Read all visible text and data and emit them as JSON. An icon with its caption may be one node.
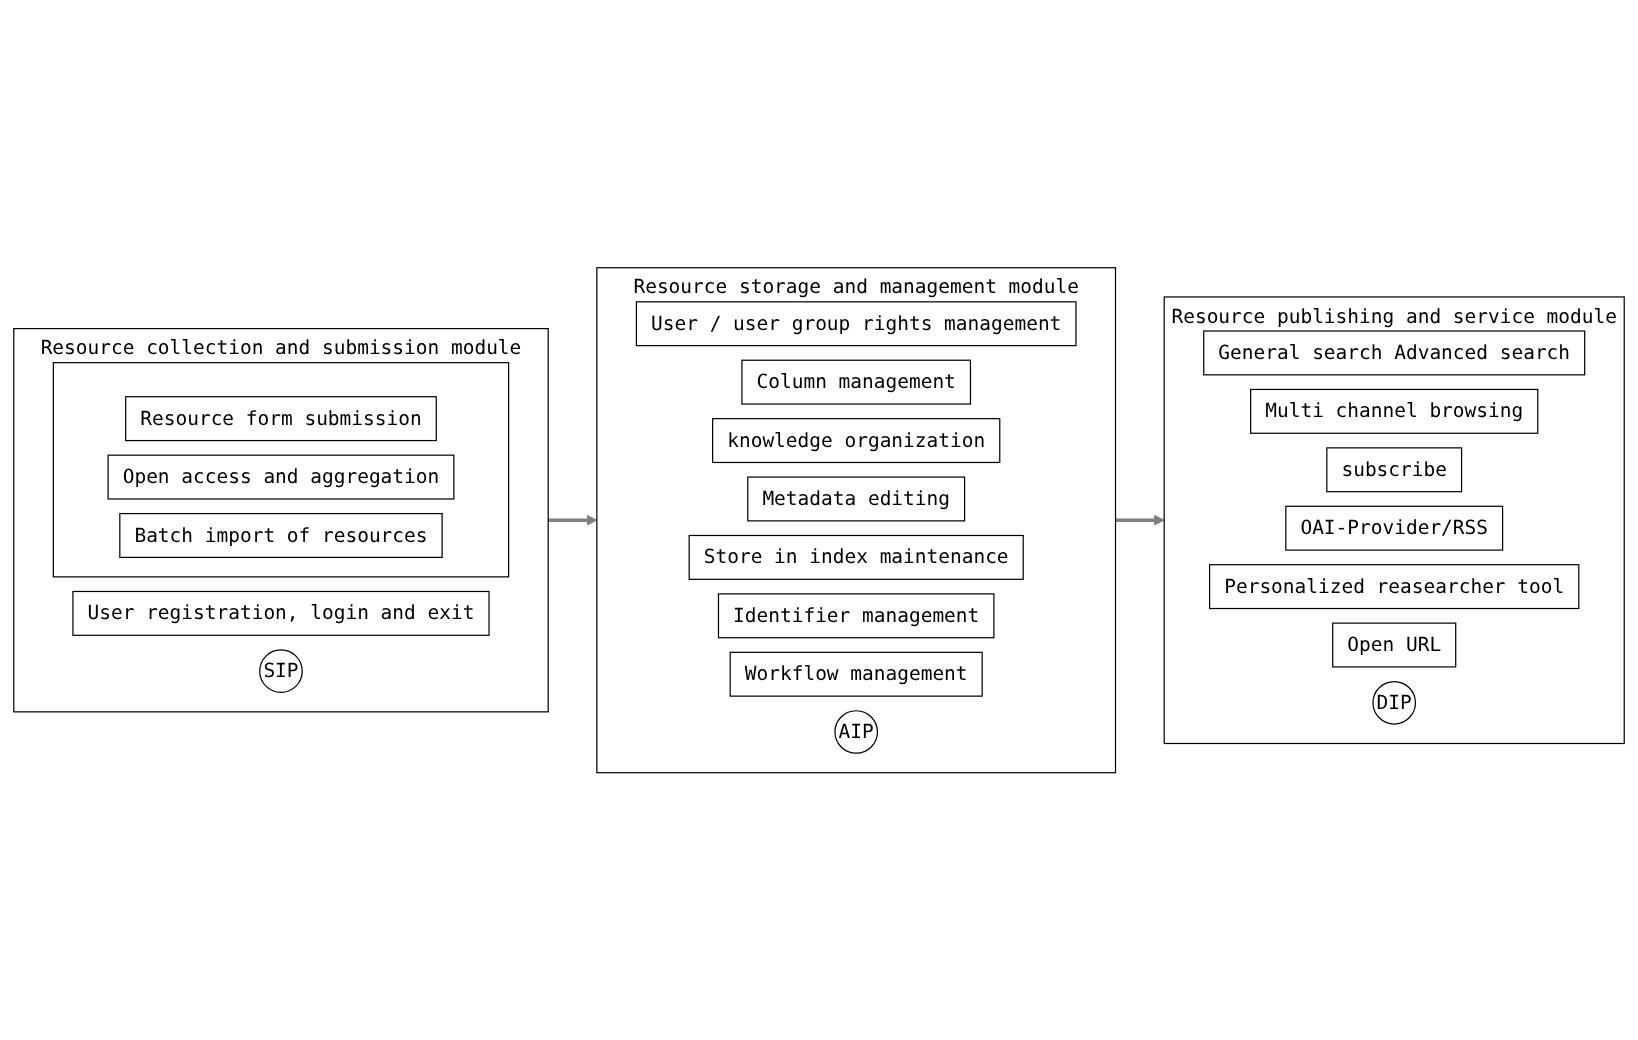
{
  "diagram": {
    "nodes": [
      {
        "text": [
          "Resource collection and submission module"
        ]
      },
      {
        "text": [
          "User registration, login and exit"
        ],
        "in": 0
      },
      {
        "text": [],
        "shape": "box",
        "in": 0
      },
      {
        "text": [
          "Resource form submission"
        ],
        "in": 2
      },
      {
        "text": [
          "Open access and aggregation"
        ],
        "in": 2
      },
      {
        "text": [
          "Batch import of resources"
        ],
        "in": 2
      },
      {
        "text": [
          "SIP"
        ],
        "in": 0
      },
      {
        "text": [
          "Resource storage and management module"
        ]
      },
      {
        "text": [
          "User / user group rights management"
        ],
        "in": 7
      },
      {
        "text": [
          "Column management"
        ],
        "in": 7
      },
      {
        "text": [
          "knowledge organization"
        ],
        "in": 7
      },
      {
        "text": [
          "Metadata editing"
        ],
        "in": 7
      },
      {
        "text": [
          "Store in index maintenance"
        ],
        "in": 7
      },
      {
        "text": [
          "Identifier management"
        ],
        "in": 7
      },
      {
        "text": [
          "Workflow management"
        ],
        "in": 7
      },
      {
        "text": [
          "AIP"
        ],
        "in": 7
      },
      {
        "text": [
          "Resource publishing and service module"
        ]
      },
      {
        "text": [
          "General search Advanced search"
        ],
        "in": 16
      },
      {
        "text": [
          "Multi channel browsing"
        ],
        "in": 16
      },
      {
        "text": [
          "subscribe"
        ],
        "in": 16
      },
      {
        "text": [
          "OAI-Provider/RSS"
        ],
        "in": 16
      },
      {
        "text": [
          "Personalized reasearcher tool"
        ],
        "in": 16
      },
      {
        "text": [
          "Open URL"
        ],
        "in": 16
      },
      {
        "text": [
          "DIP"
        ],
        "in": 16
      }
    ],
    "edges": [
      {
        "from": 0,
        "to": 7,
        "arrow": "to"
      },
      {
        "from": 7,
        "to": 16,
        "arrow": "to"
      }
    ]
  }
}
